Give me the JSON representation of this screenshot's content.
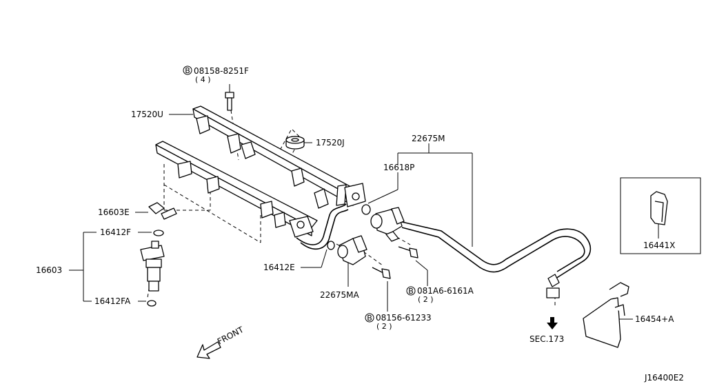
{
  "diagram": {
    "code": "J16400E2",
    "bolt_mark": "B",
    "labels": {
      "p08158": "08158-8251F",
      "p08158_qty": "( 4 )",
      "p17520u": "17520U",
      "p17520j": "17520J",
      "p22675m": "22675M",
      "p16618p": "16618P",
      "p16603e": "16603E",
      "p16412f": "16412F",
      "p16603": "16603",
      "p16412fa": "16412FA",
      "p16412e": "16412E",
      "p22675ma": "22675MA",
      "p081a6": "081A6-6161A",
      "p081a6_qty": "( 2 )",
      "p08156": "08156-61233",
      "p08156_qty": "( 2 )",
      "p16441x": "16441X",
      "p16454a": "16454+A",
      "sec173": "SEC.173",
      "front": "FRONT"
    }
  }
}
